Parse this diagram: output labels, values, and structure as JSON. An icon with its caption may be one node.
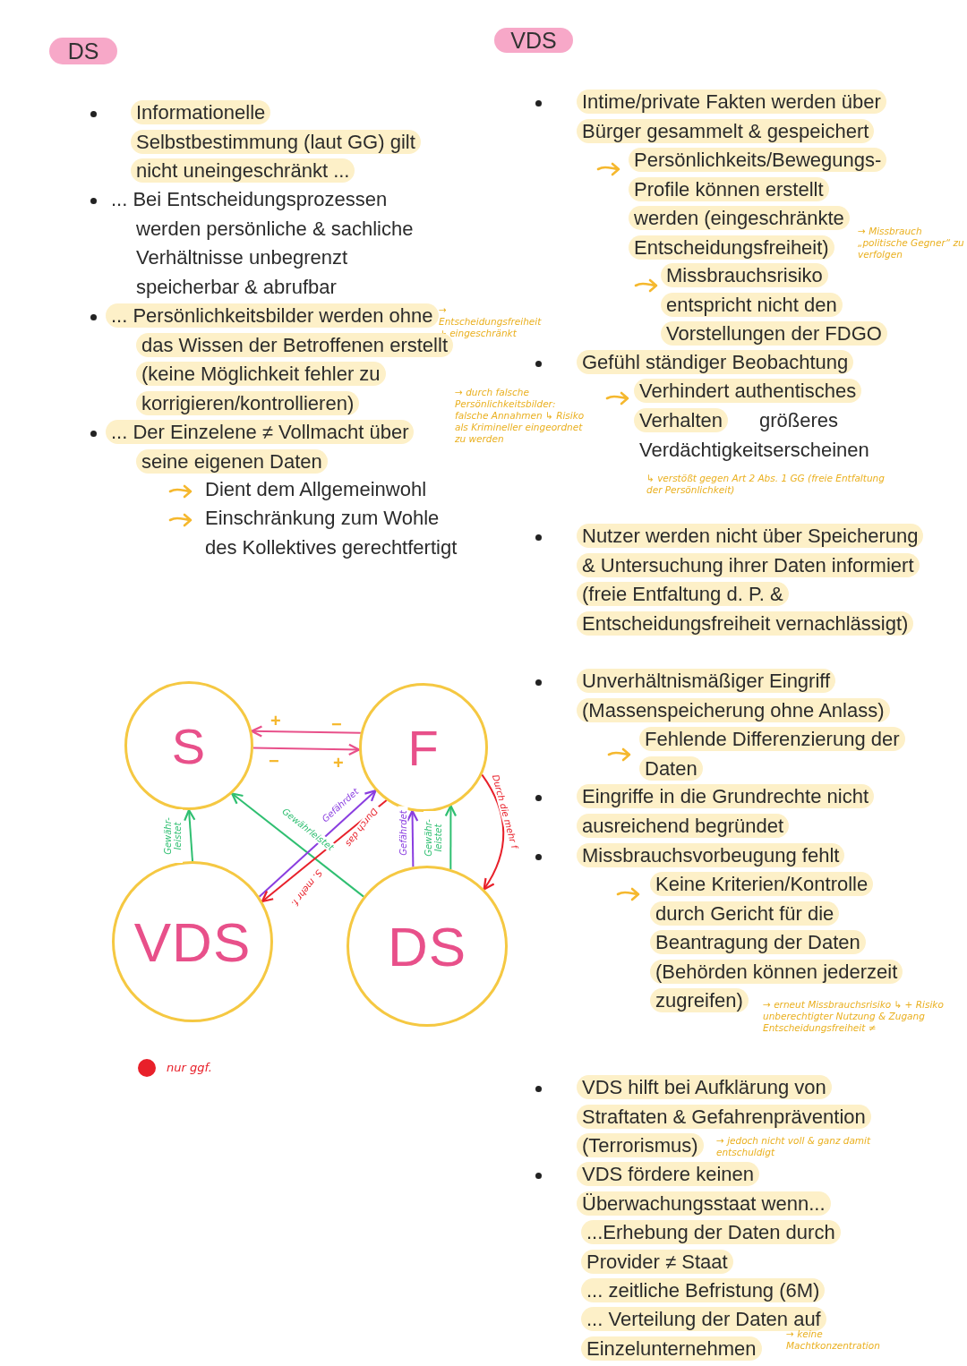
{
  "diagram": {
    "nodes": [
      {
        "text": [
          "DS"
        ]
      },
      {
        "text": [
          "VDS"
        ]
      },
      {
        "text": [
          "S"
        ]
      },
      {
        "text": [
          "F"
        ]
      },
      {
        "text": [
          "VDS"
        ]
      },
      {
        "text": [
          "DS"
        ]
      }
    ],
    "edges": [
      {
        "from": 3,
        "to": 2,
        "arrow": "to",
        "color": "#e8508a"
      },
      {
        "from": 2,
        "to": 3,
        "arrow": "to",
        "color": "#e8508a"
      },
      {
        "from": 4,
        "to": 2,
        "arrow": "to",
        "label": "Gewähr-leistet",
        "color": "#2fbf71"
      },
      {
        "from": 5,
        "to": 3,
        "arrow": "to",
        "label": "Gefährdet",
        "color": "#8a3ee0"
      },
      {
        "from": 5,
        "to": 3,
        "arrow": "to",
        "label": "Gewähr-leistet",
        "color": "#2fbf71"
      },
      {
        "from": 5,
        "to": 2,
        "arrow": "to",
        "label": "Gewährleistet",
        "color": "#2fbf71"
      },
      {
        "from": 4,
        "to": 3,
        "arrow": "to",
        "label": "Gefährdet",
        "color": "#8a3ee0"
      },
      {
        "from": 3,
        "to": 4,
        "arrow": "to",
        "label": "Durch das",
        "color": "#e8202a"
      },
      {
        "from": 3,
        "to": 5,
        "arrow": "to",
        "label": "Durch die mehr f",
        "color": "#e8202a"
      }
    ],
    "labels": [
      "Informationelle Selbstbestimmung (laut GG) gilt nicht uneingeschränkt ...",
      "... Bei Entscheidungsprozessen werden persönliche & sachliche Verhältnisse unbegrenzt speicherbar & abrufbar",
      "→ Entscheidungsfreiheit + eingeschränkt",
      "... Persönlichkeitsbilder werden ohne das Wissen der Betroffenen erstellt (keine Möglichkeit fehler zu korrigieren/kontrollieren)",
      "→ durch falsche Persönlichkeitsbilder: falsche Annahmen ↳ Risiko als Krimineller eingeordnet zu werden",
      "... Der Einzelene ≠ Vollmacht über seine eigenen Daten",
      "Dient dem Allgemeinwohl",
      "Einschränkung zum Wohle des Kollektives gerechtfertigt",
      "Intime/private Fakten werden über Bürger gesammelt & gespeichert",
      "Persönlichkeits/Bewegungs-Profile können erstellt werden (eingeschränkte Entscheidungsfreiheit)",
      "→ Missbrauch „politische Gegner“ zu verfolgen",
      "Missbrauchsrisiko entspricht nicht den Vorstellungen der FDGO",
      "Gefühl ständiger Beobachtung",
      "Verhindert authentisches Verhalten",
      "größeres Verdächtigkeitserscheinen",
      "↳ verstößt gegen Art 2 Abs. 1 GG (freie Entfaltung der Persönlichkeit)",
      "Nutzer werden nicht über Speicherung & Untersuchung ihrer Daten informiert (freie Entfaltung d. P. & Entscheidungsfreiheit vernachlässigt)",
      "Unverhältnismäßiger Eingriff (Massenspeicherung ohne Anlass)",
      "Fehlende Differenzierung der Daten",
      "Eingriffe in die Grundrechte nicht ausreichend begründet",
      "Missbrauchsvorbeugung fehlt",
      "Keine Kriterien/Kontrolle durch Gericht für die Beantragung der Daten (Behörden können jederzeit zugreifen)",
      "→ erneut Missbrauchsrisiko ↳ + Risiko unberechtigter Nutzung & Zugang Entscheidungsfreiheit ≠",
      "VDS hilft bei Aufklärung von Straftaten & Gefahrenprävention (Terrorismus)",
      "→ jedoch nicht voll & ganz damit entschuldigt",
      "VDS fördere keinen Überwachungsstaat wenn...",
      "...Erhebung der Daten durch Provider ≠ Staat",
      "... zeitliche Befristung (6M)",
      "... Verteilung der Daten auf Einzelunternehmen",
      "→ keine Machtkonzentration",
      "+",
      "−",
      "−",
      "+",
      "S. mehr f."
    ],
    "legend": [
      {
        "text": "nur ggf.",
        "color": "#e8202a"
      }
    ]
  }
}
